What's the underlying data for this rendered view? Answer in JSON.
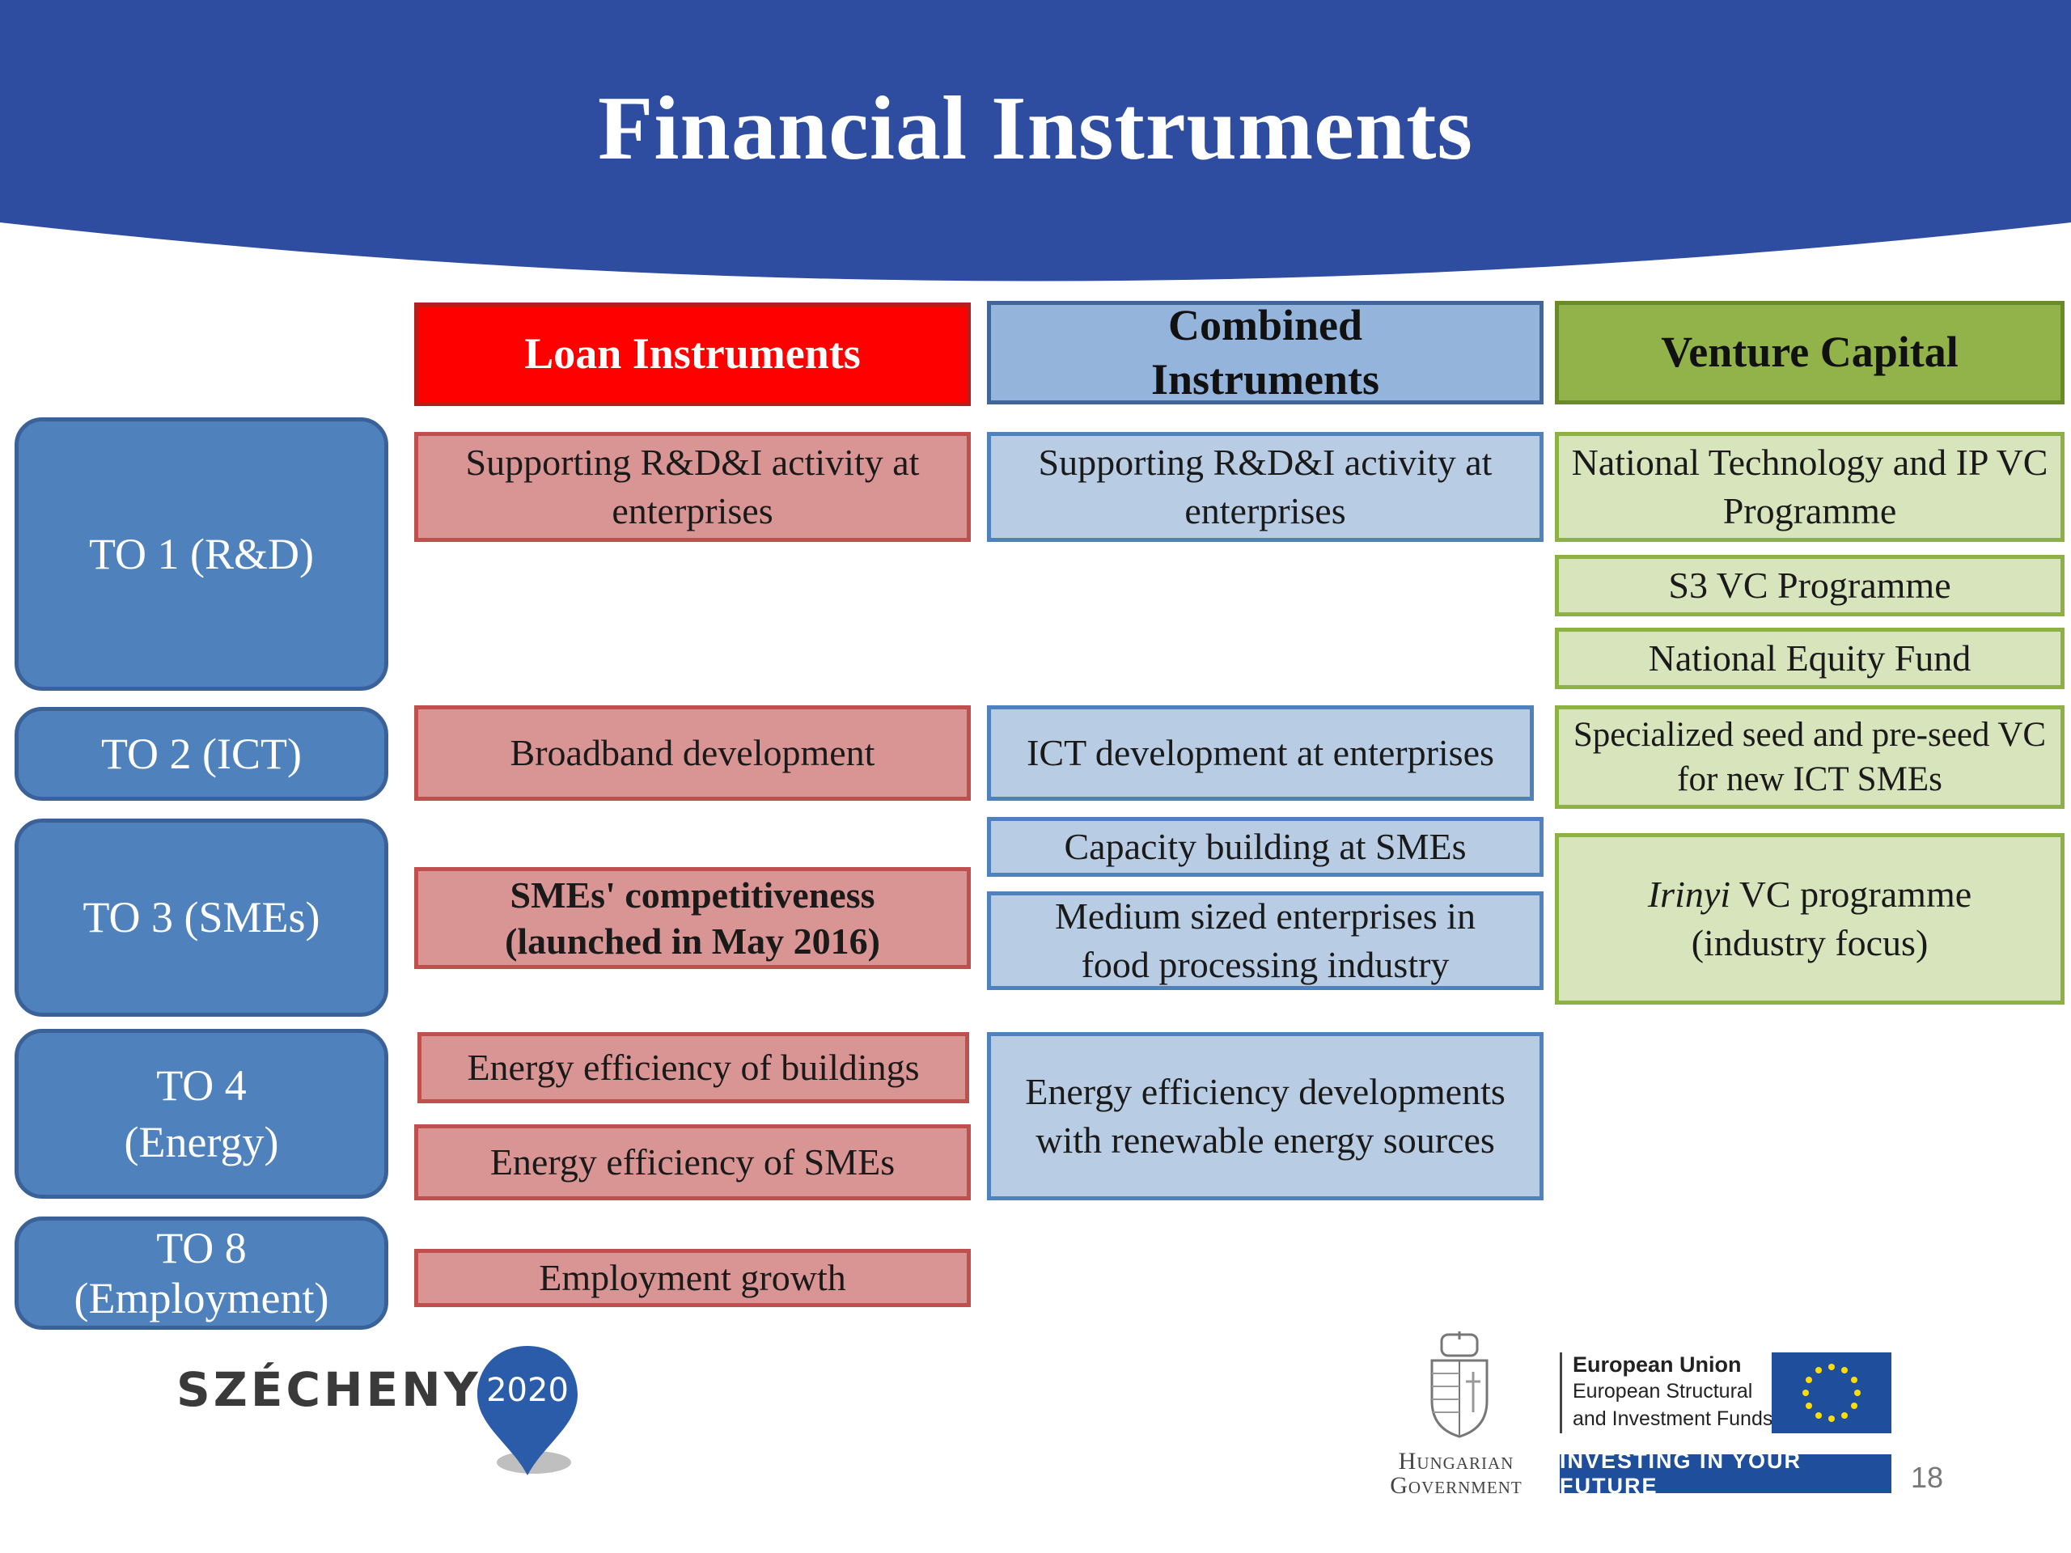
{
  "title": "Financial Instruments",
  "columns": {
    "loan": "Loan Instruments",
    "combined": "Combined Instruments",
    "vc": "Venture Capital"
  },
  "thematic_objectives": {
    "to1": "TO 1 (R&D)",
    "to2": "TO 2 (ICT)",
    "to3": "TO 3 (SMEs)",
    "to4_line1": "TO 4",
    "to4_line2": "(Energy)",
    "to8_line1": "TO 8",
    "to8_line2": "(Employment)"
  },
  "loan": {
    "rdi": "Supporting R&D&I activity at enterprises",
    "broadband": "Broadband development",
    "smes_line1": "SMEs' competitiveness",
    "smes_line2": "(launched in May 2016)",
    "ee_buildings": "Energy efficiency of  buildings",
    "ee_smes": "Energy efficiency of  SMEs",
    "employment": "Employment growth"
  },
  "combined": {
    "rdi": "Supporting R&D&I activity at enterprises",
    "ict": "ICT development at enterprises",
    "capacity": "Capacity building at SMEs",
    "food": "Medium sized enterprises in food  processing industry",
    "energy": "Energy efficiency developments with renewable energy sources"
  },
  "vc": {
    "ntip": "National Technology and IP VC Programme",
    "s3": "S3 VC Programme",
    "equity": "National Equity Fund",
    "seed": "Specialized seed and pre-seed VC for new ICT SMEs",
    "irinyi_name": "Irinyi",
    "irinyi_rest": " VC programme",
    "irinyi_line2": "(industry focus)"
  },
  "footer": {
    "szechenyi": "SZÉCHENYI",
    "year": "2020",
    "gov_line1": "Hungarian",
    "gov_line2": "Government",
    "eu_line1": "European Union",
    "eu_line2": "European Structural",
    "eu_line3": "and Investment Funds",
    "investing": "INVESTING IN YOUR FUTURE",
    "page": "18"
  },
  "colors": {
    "header_blue": "#2e4da0",
    "loan_header": "#ff0000",
    "combined_header": "#94b4dc",
    "vc_header": "#92b34a",
    "to_blue": "#4f81bd",
    "eu_flag": "#1f4e9c",
    "eu_star": "#ffdd00"
  },
  "icons": [
    "hungarian-coat-of-arms-icon",
    "eu-flag-icon",
    "location-pin-icon"
  ]
}
